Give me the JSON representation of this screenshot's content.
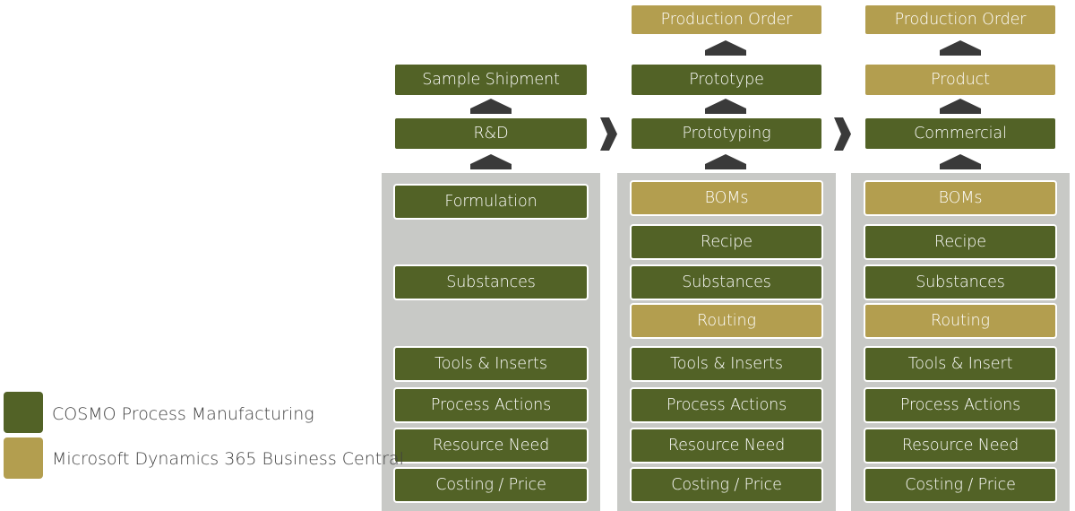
{
  "colors": {
    "cosmo": "#526226",
    "bc": "#b39e4f",
    "panel": "#c8c9c6",
    "arrow": "#3a3a3a"
  },
  "columns": [
    {
      "top": [
        "Sample Shipment",
        "R&D"
      ],
      "items": [
        "Formulation",
        "Substances",
        "Tools & Inserts",
        "Process Actions",
        "Resource Need",
        "Costing / Price"
      ]
    },
    {
      "top": [
        "Production Order",
        "Prototype",
        "Prototyping"
      ],
      "items": [
        "BOMs",
        "Recipe",
        "Substances",
        "Routing",
        "Tools & Inserts",
        "Process Actions",
        "Resource Need",
        "Costing / Price"
      ]
    },
    {
      "top": [
        "Production Order",
        "Product",
        "Commercial"
      ],
      "items": [
        "BOMs",
        "Recipe",
        "Substances",
        "Routing",
        "Tools & Insert",
        "Process Actions",
        "Resource Need",
        "Costing / Price"
      ]
    }
  ],
  "legend": [
    {
      "label": "COSMO Process Manufacturing",
      "color": "#526226"
    },
    {
      "label": "Microsoft Dynamics 365 Business Central",
      "color": "#b39e4f"
    }
  ]
}
